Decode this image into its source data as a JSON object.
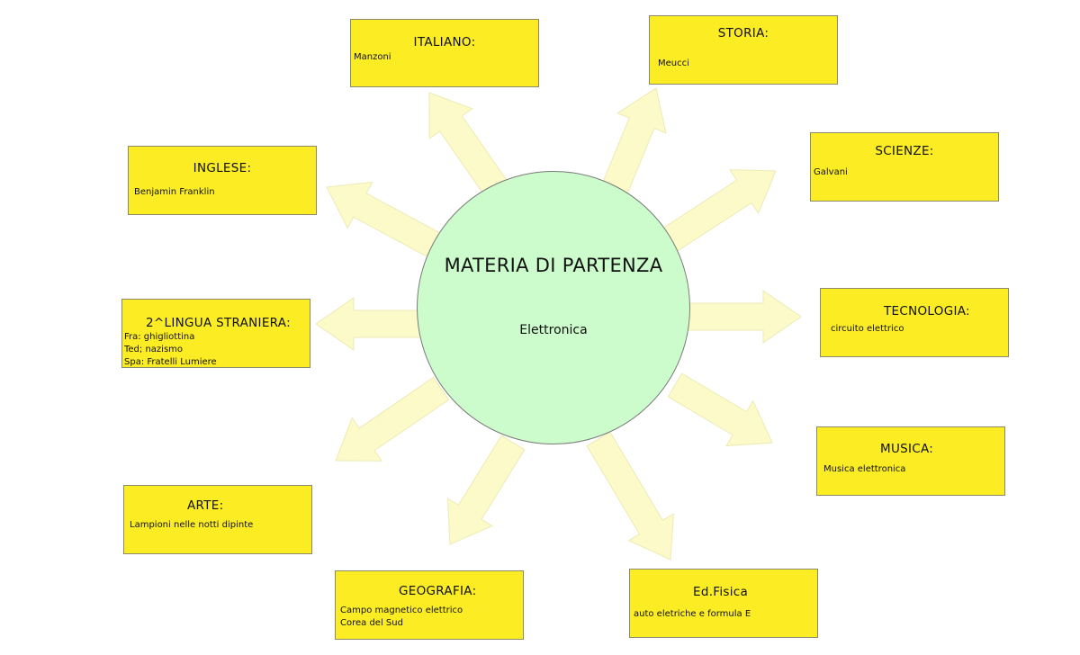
{
  "center": {
    "title": "MATERIA DI PARTENZA",
    "subtitle": "Elettronica"
  },
  "subjects": [
    {
      "title": "ITALIANO:",
      "lines": [
        "Manzoni"
      ]
    },
    {
      "title": "STORIA:",
      "lines": [
        "Meucci"
      ]
    },
    {
      "title": "SCIENZE:",
      "lines": [
        "Galvani"
      ]
    },
    {
      "title": "TECNOLOGIA:",
      "lines": [
        "circuito elettrico"
      ]
    },
    {
      "title": "MUSICA:",
      "lines": [
        "Musica elettronica"
      ]
    },
    {
      "title": "Ed.Fisica",
      "lines": [
        "auto eletriche e formula E"
      ]
    },
    {
      "title": "GEOGRAFIA:",
      "lines": [
        "Campo magnetico elettrico",
        "Corea del Sud"
      ]
    },
    {
      "title": "ARTE:",
      "lines": [
        "Lampioni nelle notti dipinte"
      ]
    },
    {
      "title": "2^LINGUA STRANIERA:",
      "lines": [
        "Fra: ghigliottina",
        "Ted; nazismo",
        "Spa: Fratelli Lumiere"
      ]
    },
    {
      "title": "INGLESE:",
      "lines": [
        "Benjamin Franklin"
      ]
    }
  ],
  "colors": {
    "box": "#fbec24",
    "circle": "#ccfccc",
    "arrow": "#fbfac8"
  }
}
